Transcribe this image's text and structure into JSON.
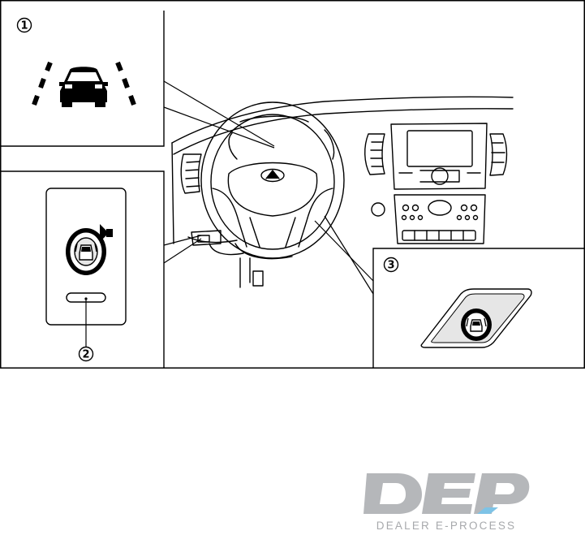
{
  "callouts": [
    {
      "num": "1",
      "subject": "lane-departure-warning-indicator-light"
    },
    {
      "num": "2",
      "subject": "ldw-system-switch-instrument-panel"
    },
    {
      "num": "3",
      "subject": "ldw-switch-steering-wheel"
    }
  ],
  "logo": {
    "letters": "DEP",
    "tagline": "DEALER E-PROCESS",
    "colors": {
      "main": "#b5b7ba",
      "accent": "#7ec3e6",
      "tagline": "#a7a9ac"
    }
  },
  "colors": {
    "line": "#000000",
    "background": "#ffffff",
    "button_fill": "#e6e6e6"
  }
}
